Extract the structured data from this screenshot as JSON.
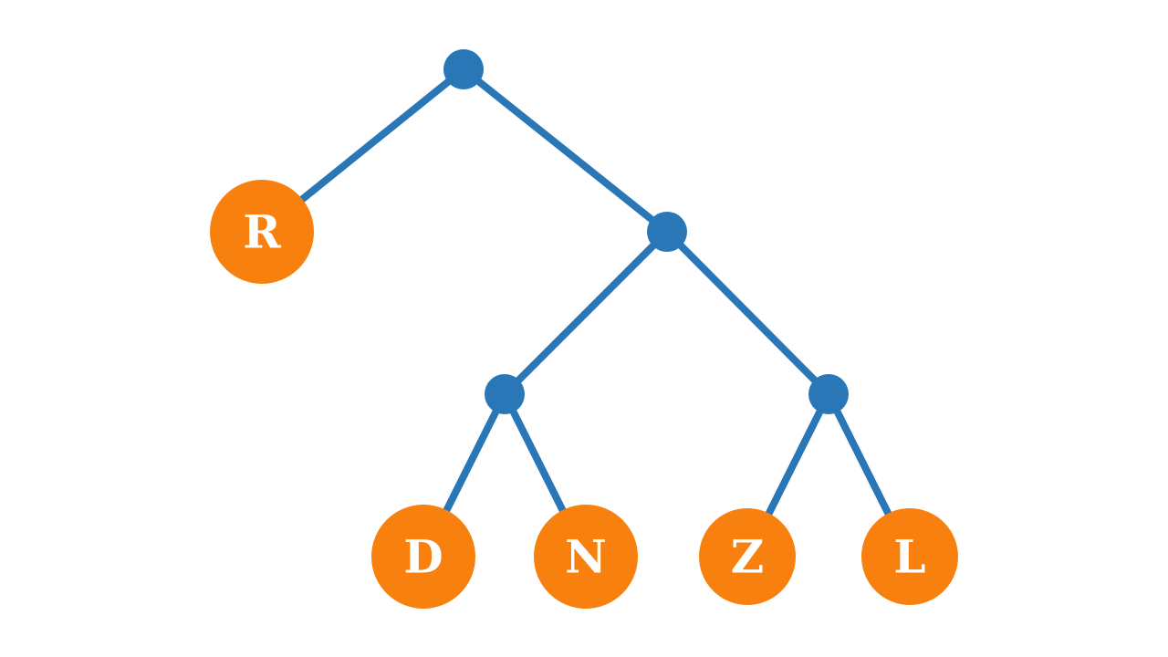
{
  "tree": {
    "colors": {
      "edge": "#2a77b8",
      "internal_node": "#2a77b8",
      "leaf_node": "#f7800e",
      "leaf_text": "#ffffff"
    },
    "root": {
      "children": [
        {
          "leaf": "R"
        },
        {
          "children": [
            {
              "children": [
                {
                  "leaf": "D"
                },
                {
                  "leaf": "N"
                }
              ]
            },
            {
              "children": [
                {
                  "leaf": "Z"
                },
                {
                  "leaf": "L"
                }
              ]
            }
          ]
        }
      ]
    },
    "leaves": [
      "R",
      "D",
      "N",
      "Z",
      "L"
    ]
  }
}
